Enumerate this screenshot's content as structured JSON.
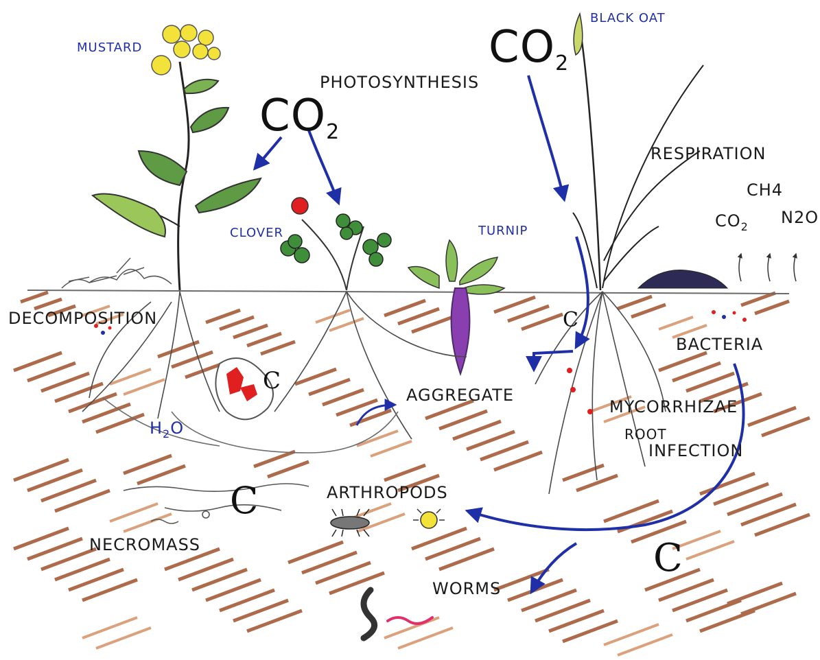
{
  "labels": {
    "mustard": "MUSTARD",
    "black_oat": "BLACK OAT",
    "photosynthesis": "PHOTOSYNTHESIS",
    "respiration": "RESPIRATION",
    "clover": "CLOVER",
    "turnip": "TURNIP",
    "decomposition": "DECOMPOSITION",
    "bacteria": "BACTERIA",
    "aggregate": "AGGREGATE",
    "mycorrhizae": "MYCORRHIZAE",
    "root_infection_1": "ROOT",
    "root_infection_2": "INFECTION",
    "arthropods": "ARTHROPODS",
    "necromass": "NECROMASS",
    "worms": "WORMS"
  },
  "chem": {
    "co2_main": "CO",
    "co2_main_sub": "2",
    "co2_top": "CO",
    "co2_top_sub": "2",
    "co2_small": "CO",
    "co2_small_sub": "2",
    "ch4": "CH4",
    "n2o": "N2O",
    "h2o_h": "H",
    "h2o_sub": "2",
    "h2o_o": "O"
  },
  "carbon": {
    "c_pocket": "C",
    "c_root": "C",
    "c_necromass": "C",
    "c_flow": "C"
  },
  "colors": {
    "arrow_blue": "#1f2fa8",
    "soil_brown": "#a0522d",
    "soil_light": "#d08a5c",
    "leaf_green": "#3f8f3a",
    "flower_yellow": "#f2e23a",
    "carbon_red": "#e02020",
    "turnip_purple": "#8a3fb0"
  }
}
